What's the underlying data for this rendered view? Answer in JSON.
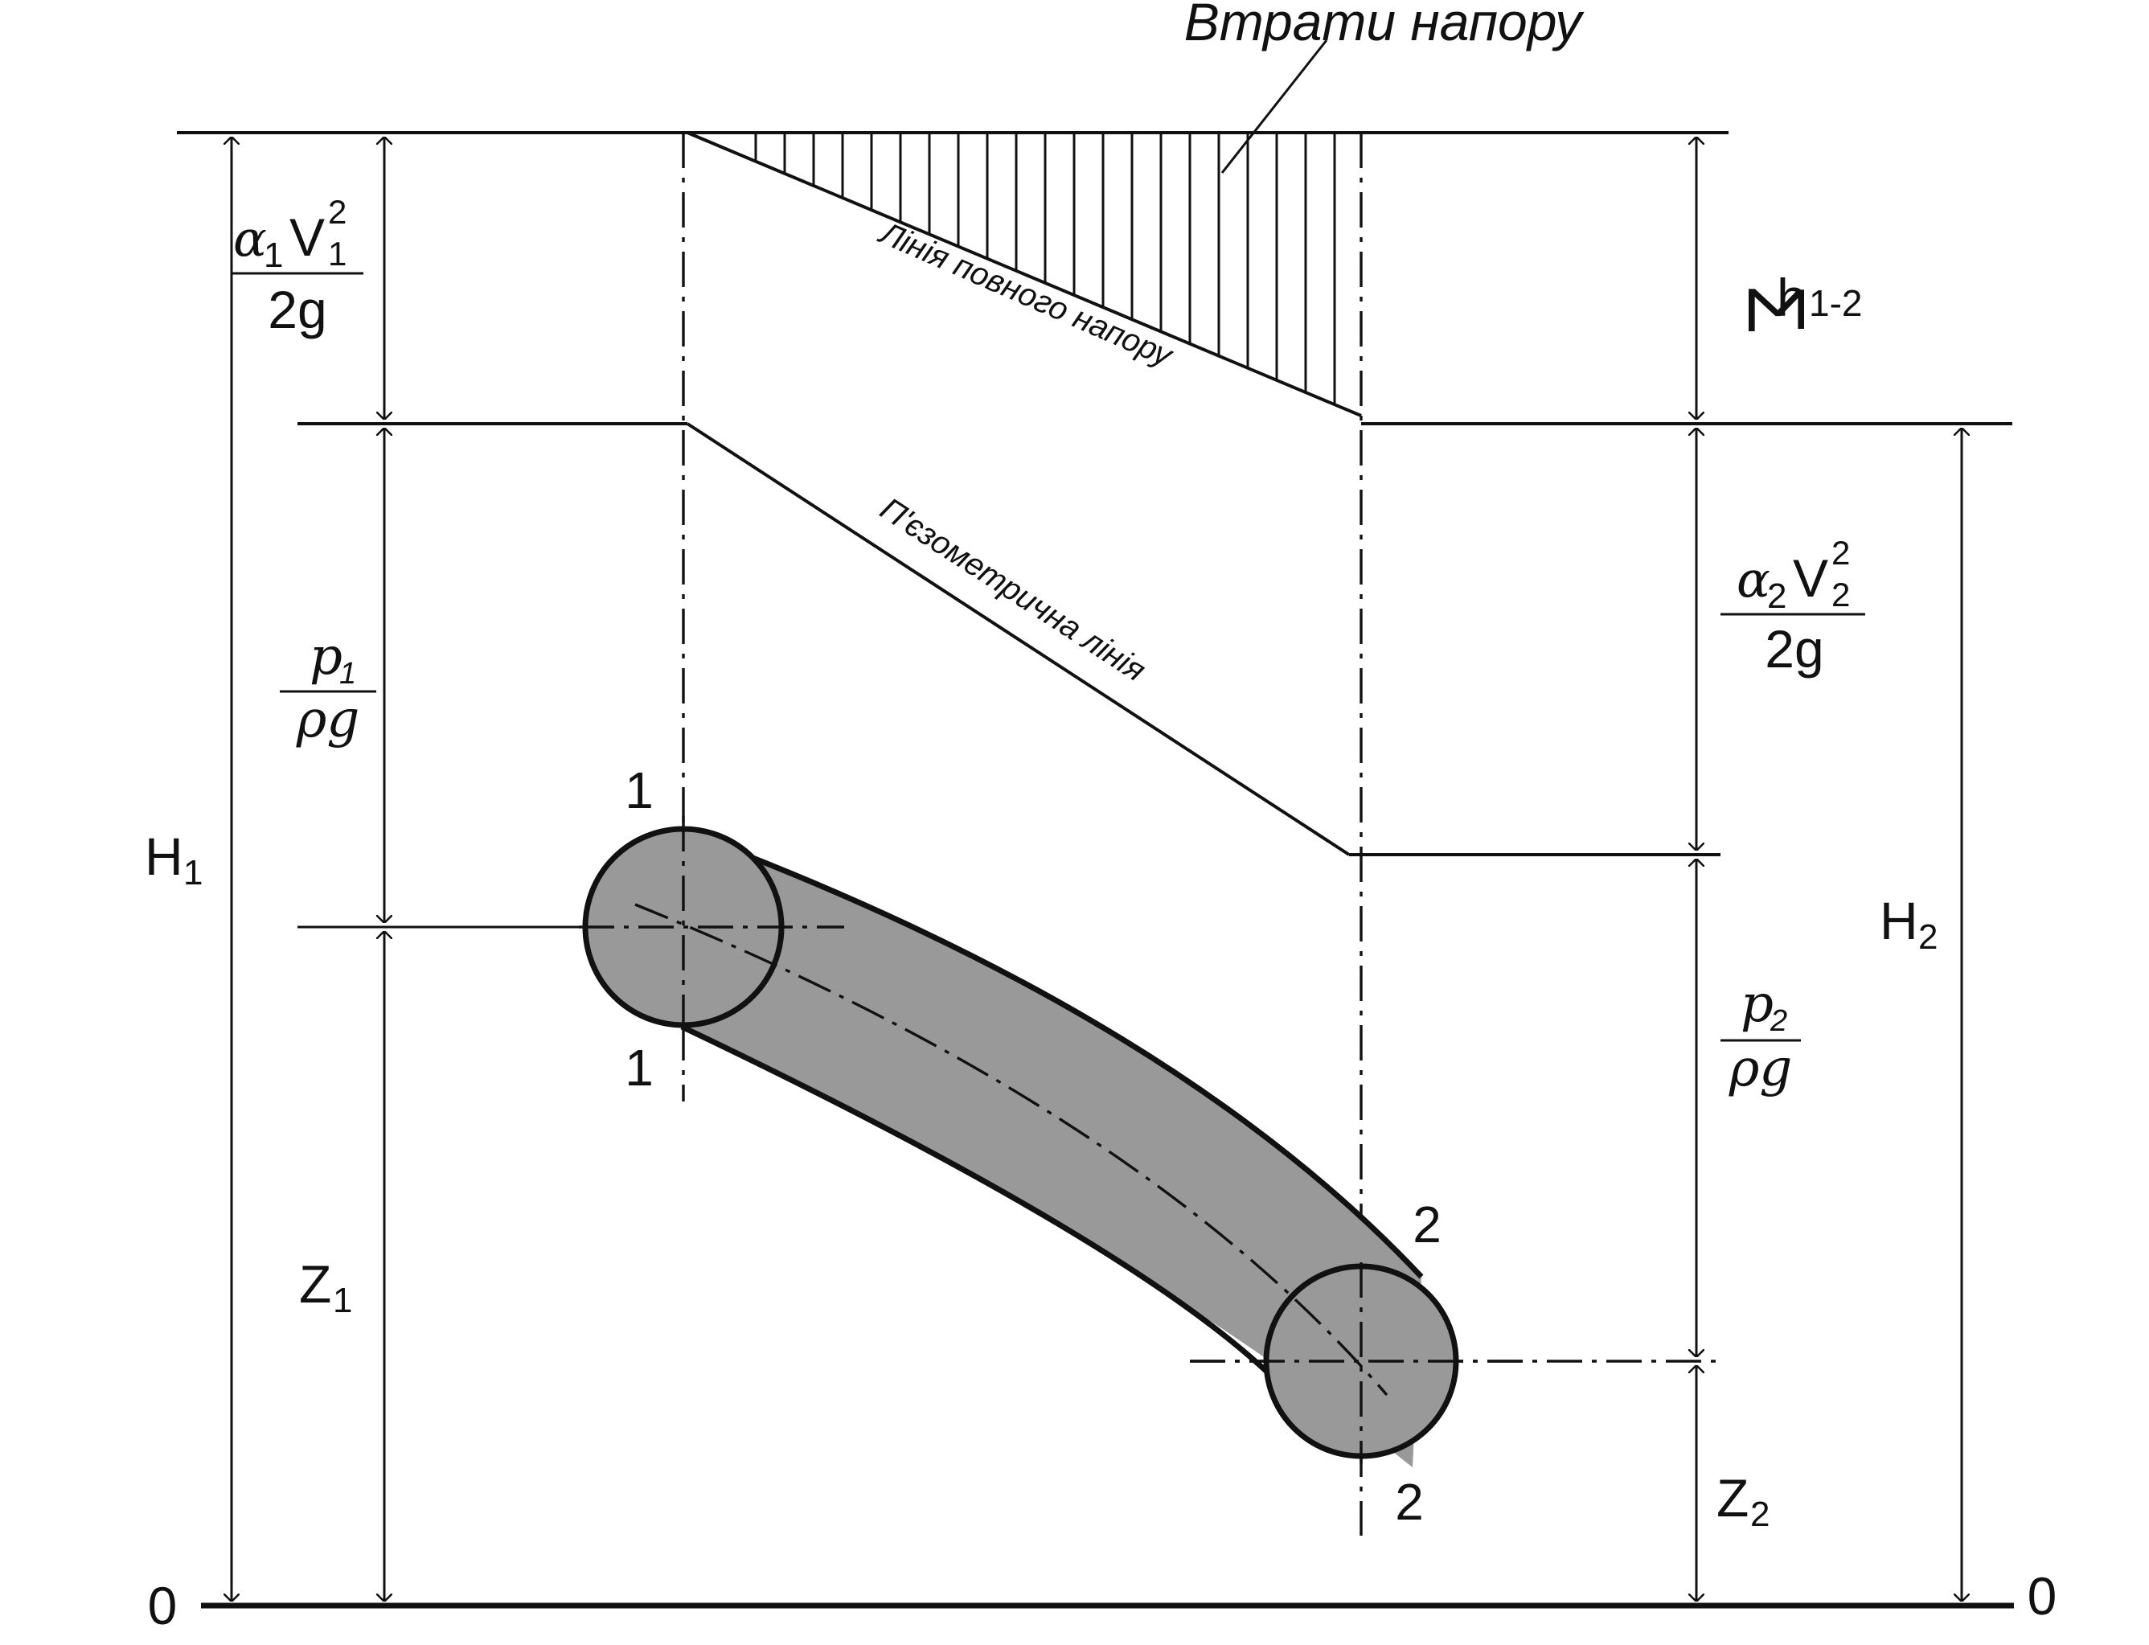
{
  "labels": {
    "head_losses": "Втрати напору",
    "total_head_line": "Лінія повного напору",
    "piezometric_line": "П'єзометрична лінія",
    "sum_sign": "Σ",
    "sum_h": "h",
    "sum_h_sub": "1-2",
    "alpha1": "α",
    "alpha1_sub": "1",
    "v1": "V",
    "v1_sup": "2",
    "v1_sub": "1",
    "two_g_1": "2g",
    "alpha2": "α",
    "alpha2_sub": "2",
    "v2": "V",
    "v2_sup": "2",
    "v2_sub": "2",
    "two_g_2": "2g",
    "p1": "p",
    "p1_sub": "1",
    "rho_g_1": "ρg",
    "p2": "p",
    "p2_sub": "2",
    "rho_g_2": "ρg",
    "H1": "H",
    "H1_sub": "1",
    "H2": "H",
    "H2_sub": "2",
    "Z1": "Z",
    "Z1_sub": "1",
    "Z2": "Z",
    "Z2_sub": "2",
    "section1_top": "1",
    "section1_bottom": "1",
    "section2_top": "2",
    "section2_bottom": "2",
    "datum_left": "0",
    "datum_right": "0"
  },
  "colors": {
    "line": "#111111",
    "pipe_fill": "#999999",
    "background": "#ffffff"
  }
}
